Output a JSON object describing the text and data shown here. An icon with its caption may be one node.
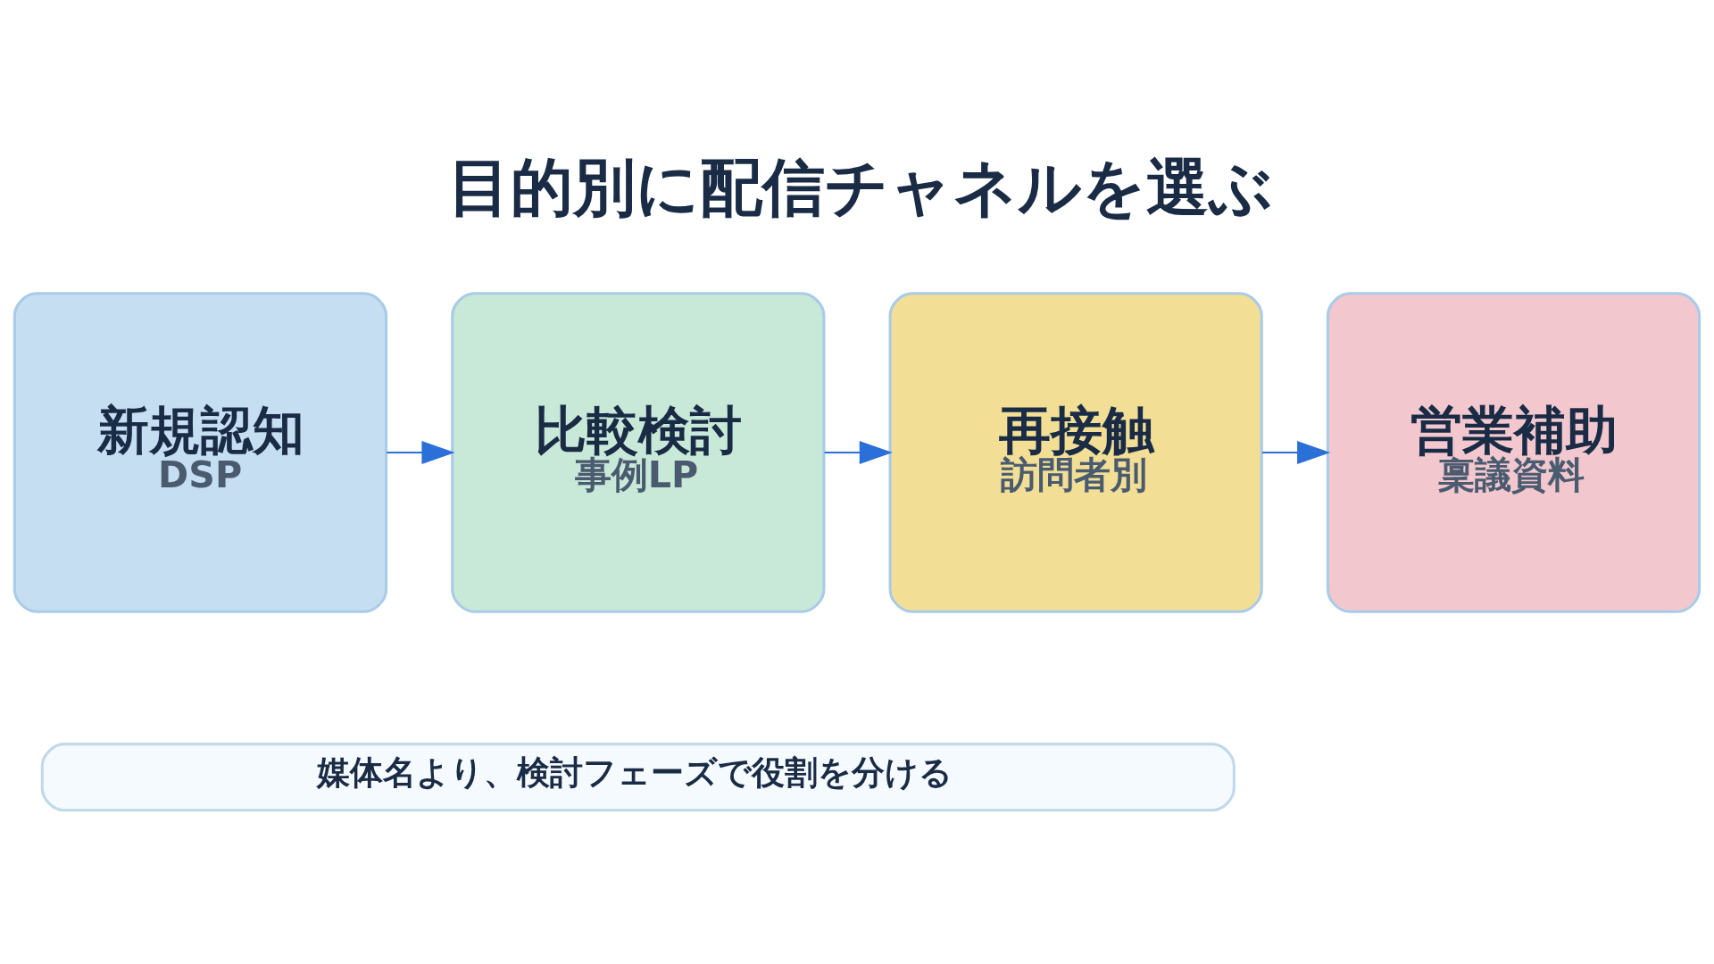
{
  "diagram": {
    "title": "目的別に配信チャネルを選ぶ",
    "nodes": [
      {
        "text": [
          "新規認知",
          "DSP"
        ]
      },
      {
        "text": [
          "比較検討",
          "事例LP"
        ]
      },
      {
        "text": [
          "再接触",
          "訪問者別"
        ]
      },
      {
        "text": [
          "営業補助",
          "稟議資料"
        ]
      },
      {
        "text": [
          "媒体名より、検討フェーズで役割を分ける"
        ]
      }
    ],
    "edges": [
      {
        "from": 0,
        "to": 1,
        "arrow": "to"
      },
      {
        "from": 1,
        "to": 2,
        "arrow": "to"
      },
      {
        "from": 2,
        "to": 3,
        "arrow": "to"
      }
    ]
  }
}
